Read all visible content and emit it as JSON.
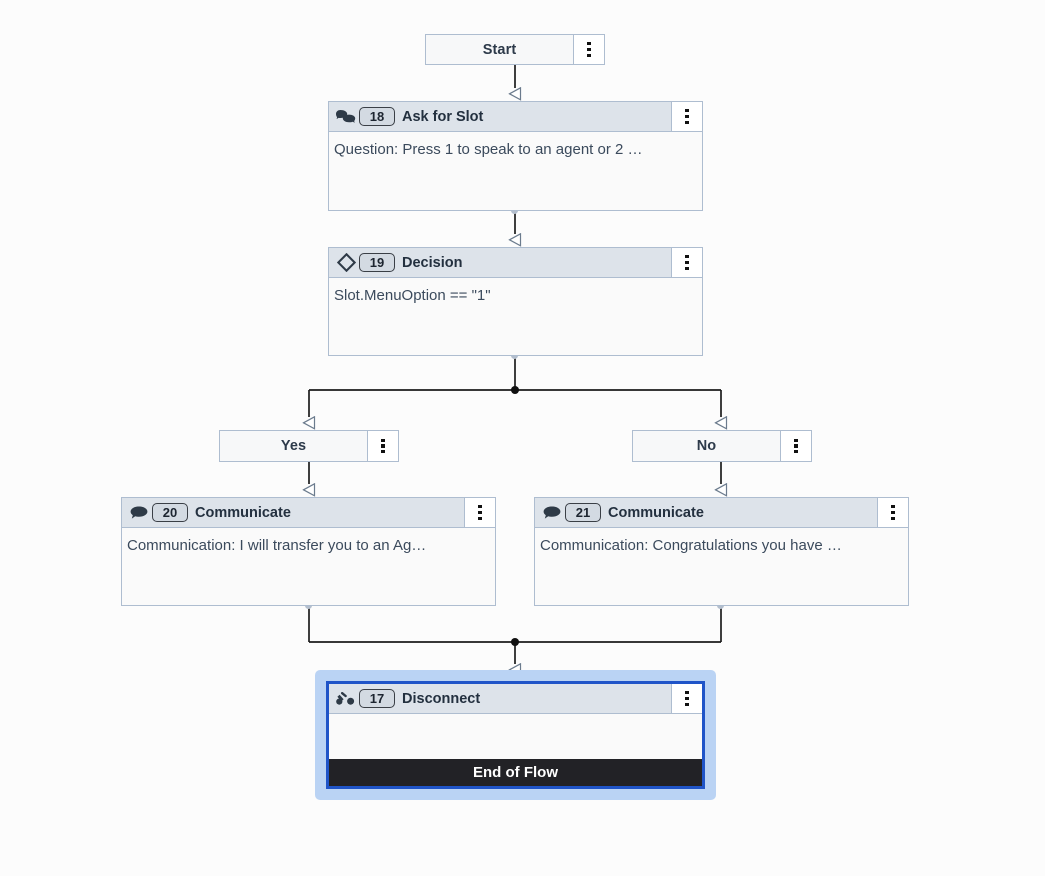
{
  "canvas": {
    "background": "#fcfcfc",
    "selection_color": "#1f54c8",
    "selection_halo_color": "#bad3f4"
  },
  "nodes": [
    {
      "id": "start",
      "kind": "terminal",
      "label": "Start",
      "menu_icon": "kebab-menu-icon"
    },
    {
      "id": "ask-for-slot",
      "kind": "card",
      "number": "18",
      "title": "Ask for Slot",
      "icon": "chat-bubbles-icon",
      "body": "Question: Press 1 to speak to an agent or 2 …",
      "menu_icon": "kebab-menu-icon"
    },
    {
      "id": "decision",
      "kind": "card",
      "number": "19",
      "title": "Decision",
      "icon": "diamond-icon",
      "body": "Slot.MenuOption == \"1\"",
      "menu_icon": "kebab-menu-icon"
    },
    {
      "id": "branch-yes",
      "kind": "branch",
      "label": "Yes",
      "menu_icon": "kebab-menu-icon"
    },
    {
      "id": "branch-no",
      "kind": "branch",
      "label": "No",
      "menu_icon": "kebab-menu-icon"
    },
    {
      "id": "communicate-20",
      "kind": "card",
      "number": "20",
      "title": "Communicate",
      "icon": "chat-bubble-icon",
      "body": "Communication: I will transfer you to an Ag…",
      "menu_icon": "kebab-menu-icon"
    },
    {
      "id": "communicate-21",
      "kind": "card",
      "number": "21",
      "title": "Communicate",
      "icon": "chat-bubble-icon",
      "body": "Communication: Congratulations you have …",
      "menu_icon": "kebab-menu-icon"
    },
    {
      "id": "disconnect",
      "kind": "card",
      "number": "17",
      "title": "Disconnect",
      "icon": "disconnect-icon",
      "body": "",
      "footer": "End of Flow",
      "selected": true,
      "menu_icon": "kebab-menu-icon"
    }
  ],
  "start": {
    "label": "Start"
  },
  "ask_for_slot": {
    "number": "18",
    "title": "Ask for Slot",
    "body": "Question: Press 1 to speak to an agent or 2 …"
  },
  "decision": {
    "number": "19",
    "title": "Decision",
    "body": "Slot.MenuOption == \"1\""
  },
  "branch_yes": {
    "label": "Yes"
  },
  "branch_no": {
    "label": "No"
  },
  "communicate_20": {
    "number": "20",
    "title": "Communicate",
    "body": "Communication: I will transfer you to an Ag…"
  },
  "communicate_21": {
    "number": "21",
    "title": "Communicate",
    "body": "Communication: Congratulations you have …"
  },
  "disconnect": {
    "number": "17",
    "title": "Disconnect",
    "body": "",
    "footer": "End of Flow"
  },
  "edges": [
    {
      "from": "start",
      "to": "ask-for-slot"
    },
    {
      "from": "ask-for-slot",
      "to": "decision"
    },
    {
      "from": "decision",
      "to": "branch-yes"
    },
    {
      "from": "decision",
      "to": "branch-no"
    },
    {
      "from": "branch-yes",
      "to": "communicate-20"
    },
    {
      "from": "branch-no",
      "to": "communicate-21"
    },
    {
      "from": "communicate-20",
      "to": "disconnect"
    },
    {
      "from": "communicate-21",
      "to": "disconnect"
    }
  ]
}
